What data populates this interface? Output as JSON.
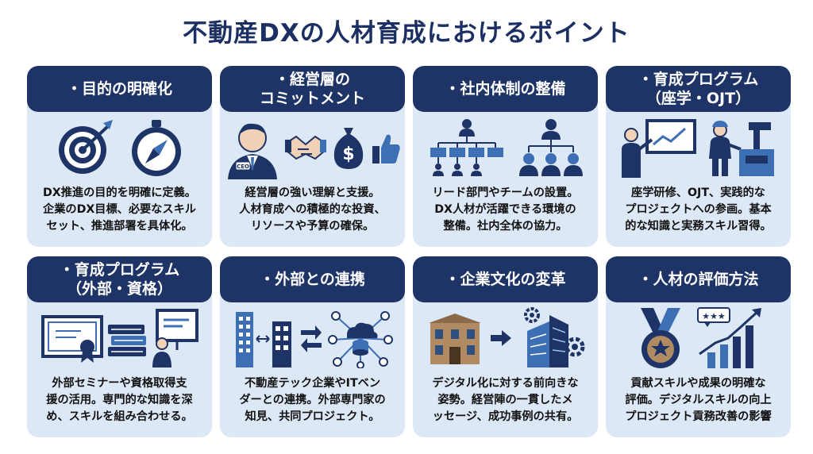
{
  "title": "不動産DXの人材育成におけるポイント",
  "cards": [
    {
      "heading": "・目的の明確化",
      "lines": [
        "DX推進の目的を明確に定義。",
        "企業のDX目標、必要なスキル",
        "セット、推進部署を具体化。"
      ],
      "icons": [
        "target-icon",
        "compass-icon"
      ]
    },
    {
      "heading": "・経営層の\nコミットメント",
      "badge": "CEO",
      "lines": [
        "経営層の強い理解と支援。",
        "人材育成への積極的な投資、",
        "リソースや予算の確保。"
      ],
      "icons": [
        "ceo-person-icon",
        "handshake-icon",
        "money-bag-icon",
        "thumbs-up-icon"
      ]
    },
    {
      "heading": "・社内体制の整備",
      "lines": [
        "リード部門やチームの設置。",
        "DX人材が活躍できる環境の",
        "整備。社内全体の協力。"
      ],
      "icons": [
        "org-chart-icon",
        "team-hierarchy-icon"
      ]
    },
    {
      "heading": "・育成プログラム\n（座学・OJT）",
      "lines": [
        "座学研修、OJT、実践的な",
        "プロジェクトへの参画。基本",
        "的な知識と実務スキル習得。"
      ],
      "icons": [
        "lecture-icon",
        "worker-machine-icon"
      ]
    },
    {
      "heading": "・育成プログラム\n（外部・資格）",
      "lines": [
        "外部セミナーや資格取得支",
        "援の活用。専門的な知識を深",
        "め、スキルを組み合わせる。"
      ],
      "icons": [
        "certificate-icon",
        "books-icon",
        "presentation-icon"
      ]
    },
    {
      "heading": "・外部との連携",
      "lines": [
        "不動産テック企業やITベン",
        "ダーとの連携。外部専門家の",
        "知見、共同プロジェクト。"
      ],
      "icons": [
        "buildings-icon",
        "exchange-arrows-icon",
        "cloud-network-icon"
      ]
    },
    {
      "heading": "・企業文化の変革",
      "lines": [
        "デジタル化に対する前向きな",
        "姿勢。経営陣の一貫したメ",
        "ッセージ、成功事例の共有。"
      ],
      "icons": [
        "old-building-icon",
        "arrow-right-icon",
        "modern-building-icon"
      ]
    },
    {
      "heading": "・人材の評価方法",
      "lines": [
        "貢献スキルや成果の明確な",
        "評価。デジタルスキルの向上",
        "プロジェクト貢務改善の影響"
      ],
      "icons": [
        "medal-icon",
        "rating-growth-chart-icon"
      ]
    }
  ],
  "colors": {
    "navy": "#1e3466",
    "card_bg": "#dde8f6",
    "icon_blue": "#3d6fb4",
    "title": "#1b2f63"
  }
}
